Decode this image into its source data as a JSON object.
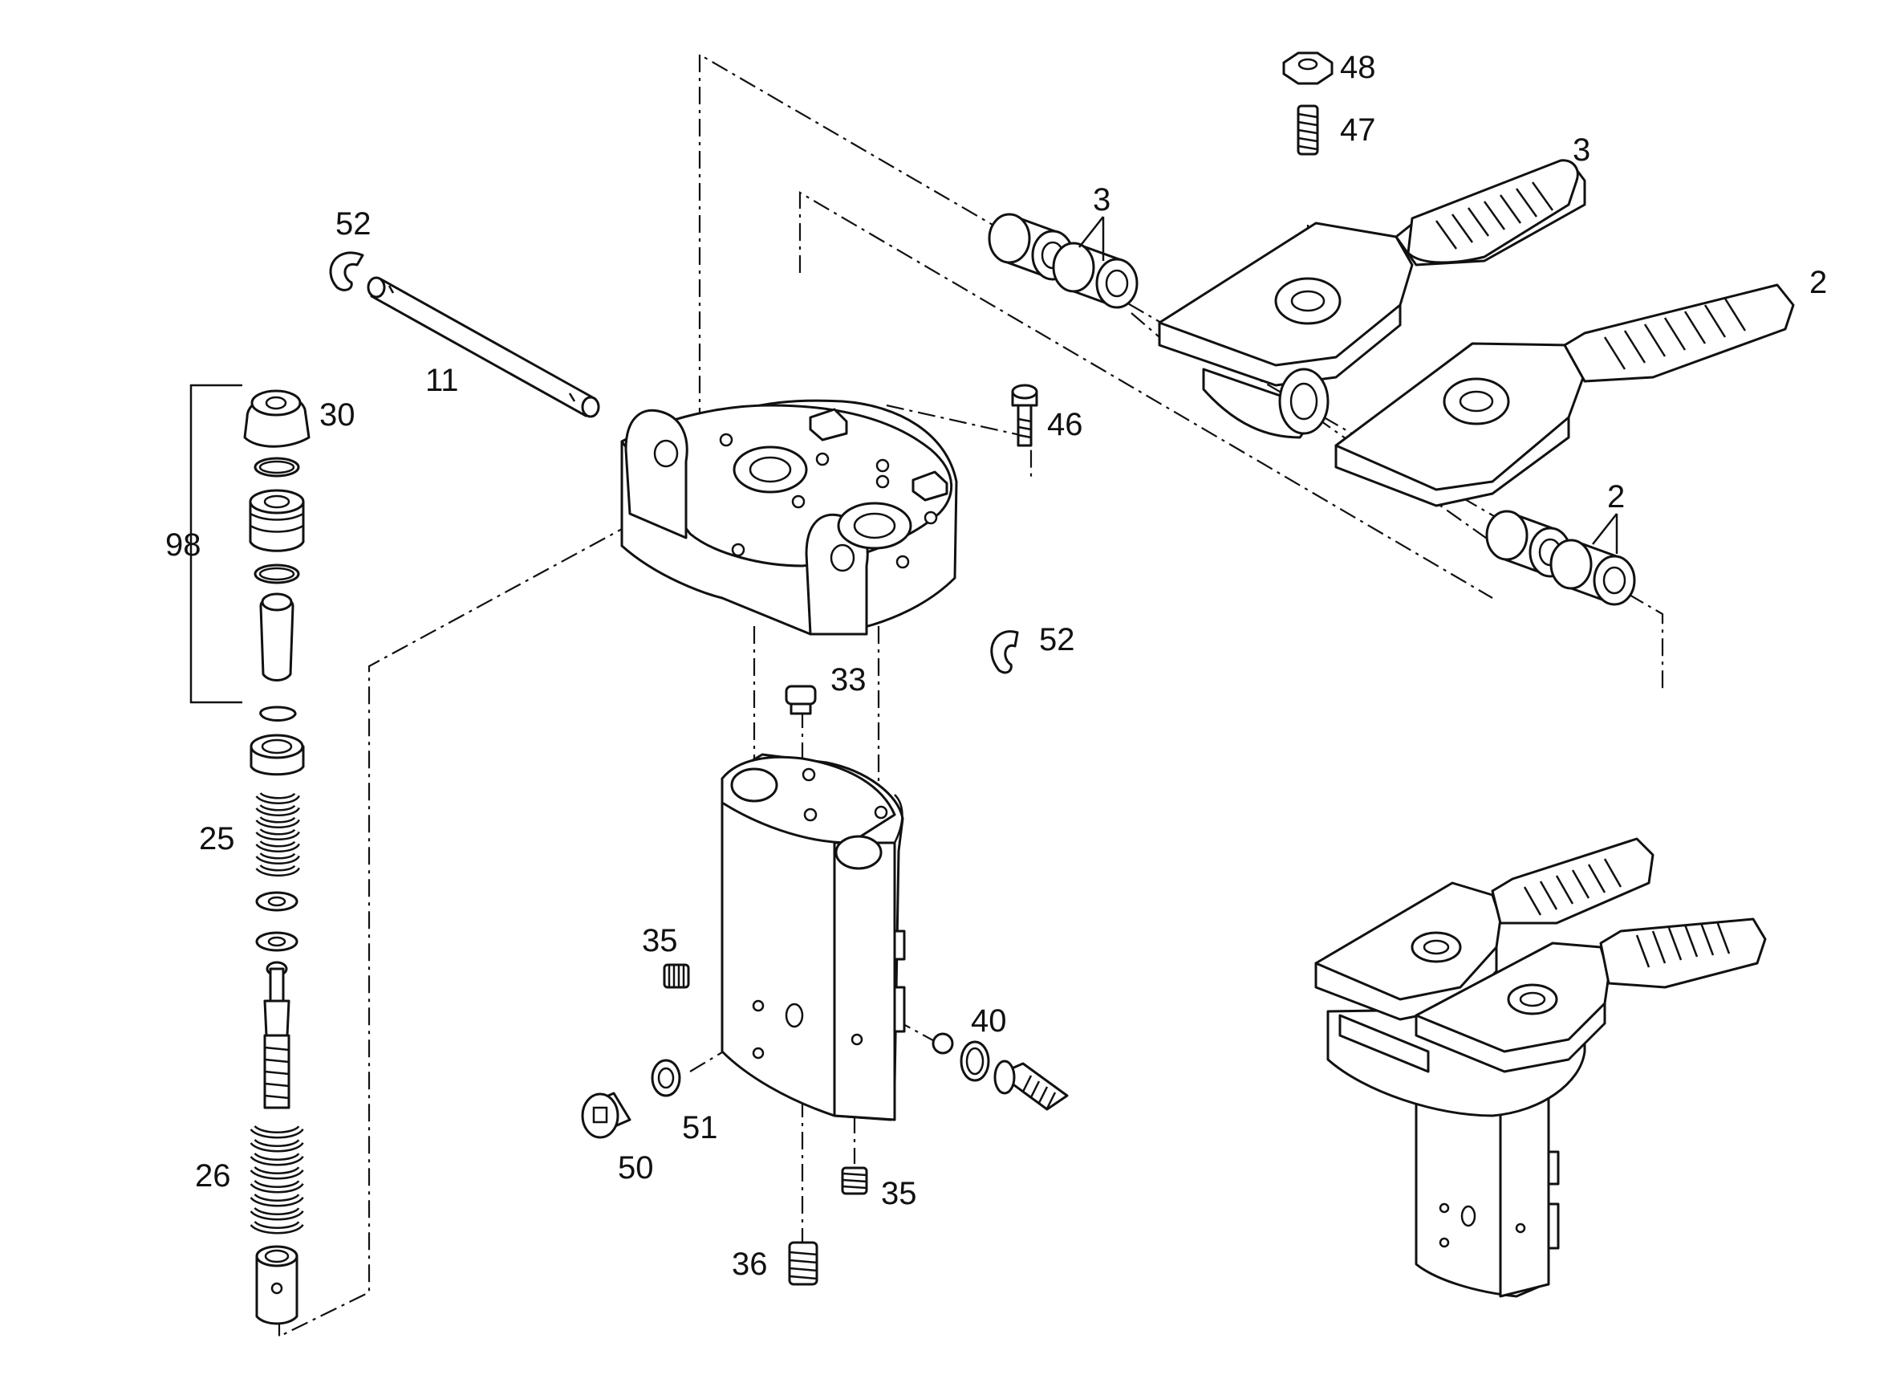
{
  "callouts": {
    "c48": "48",
    "c47": "47",
    "c3_pedal": "3",
    "c3_bush": "3",
    "c2_pedal": "2",
    "c2_bush": "2",
    "c52_top": "52",
    "c52_bottom": "52",
    "c11": "11",
    "c30": "30",
    "c98": "98",
    "c46": "46",
    "c33": "33",
    "c25": "25",
    "c35_left": "35",
    "c35_bottom": "35",
    "c40": "40",
    "c51": "51",
    "c50": "50",
    "c26": "26",
    "c36": "36"
  }
}
